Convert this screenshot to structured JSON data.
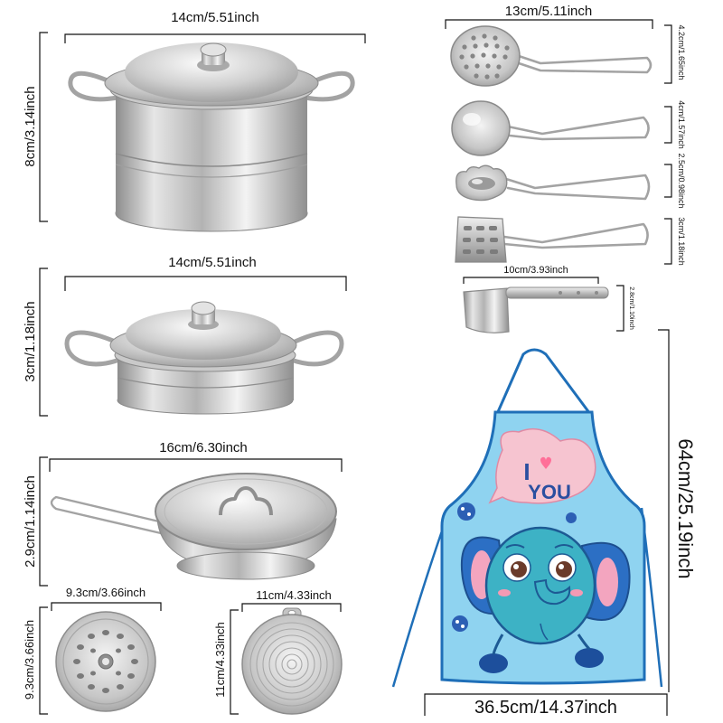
{
  "stock_pot": {
    "width_label": "14cm/5.51inch",
    "height_label": "8cm/3.14inch"
  },
  "sauce_pot": {
    "width_label": "14cm/5.51inch",
    "height_label": "3cm/1.18inch"
  },
  "frying_pan": {
    "width_label": "16cm/6.30inch",
    "height_label": "2.9cm/1.14inch"
  },
  "steamer_plate": {
    "width_label": "9.3cm/3.66inch",
    "height_label": "9.3cm/3.66inch"
  },
  "trivet": {
    "width_label": "11cm/4.33inch",
    "height_label": "11cm/4.33inch"
  },
  "utensils": {
    "width_label": "13cm/5.11inch",
    "skimmer_label": "4.2cm/1.65inch",
    "ladle_label": "4cm/1.57inch",
    "tongs_label": "2.5cm/0.98inch",
    "spatula_label": "3cm/1.18inch"
  },
  "cleaver": {
    "width_label": "10cm/3.93inch",
    "height_label": "2.8cm/1.10inch"
  },
  "apron": {
    "height_label": "64cm/25.19inch",
    "width_label": "36.5cm/14.37inch",
    "print_word_1": "I",
    "print_word_2": "YOU"
  },
  "colors": {
    "apron_fill": "#8fd3f0",
    "apron_trim": "#1f6fb8",
    "elephant_skin": "#3db2c5",
    "elephant_ear": "#2c6fc4",
    "ear_inner": "#f3a5bf",
    "bubble_fill": "#f6c4d0",
    "print_text": "#2a4fa0"
  }
}
